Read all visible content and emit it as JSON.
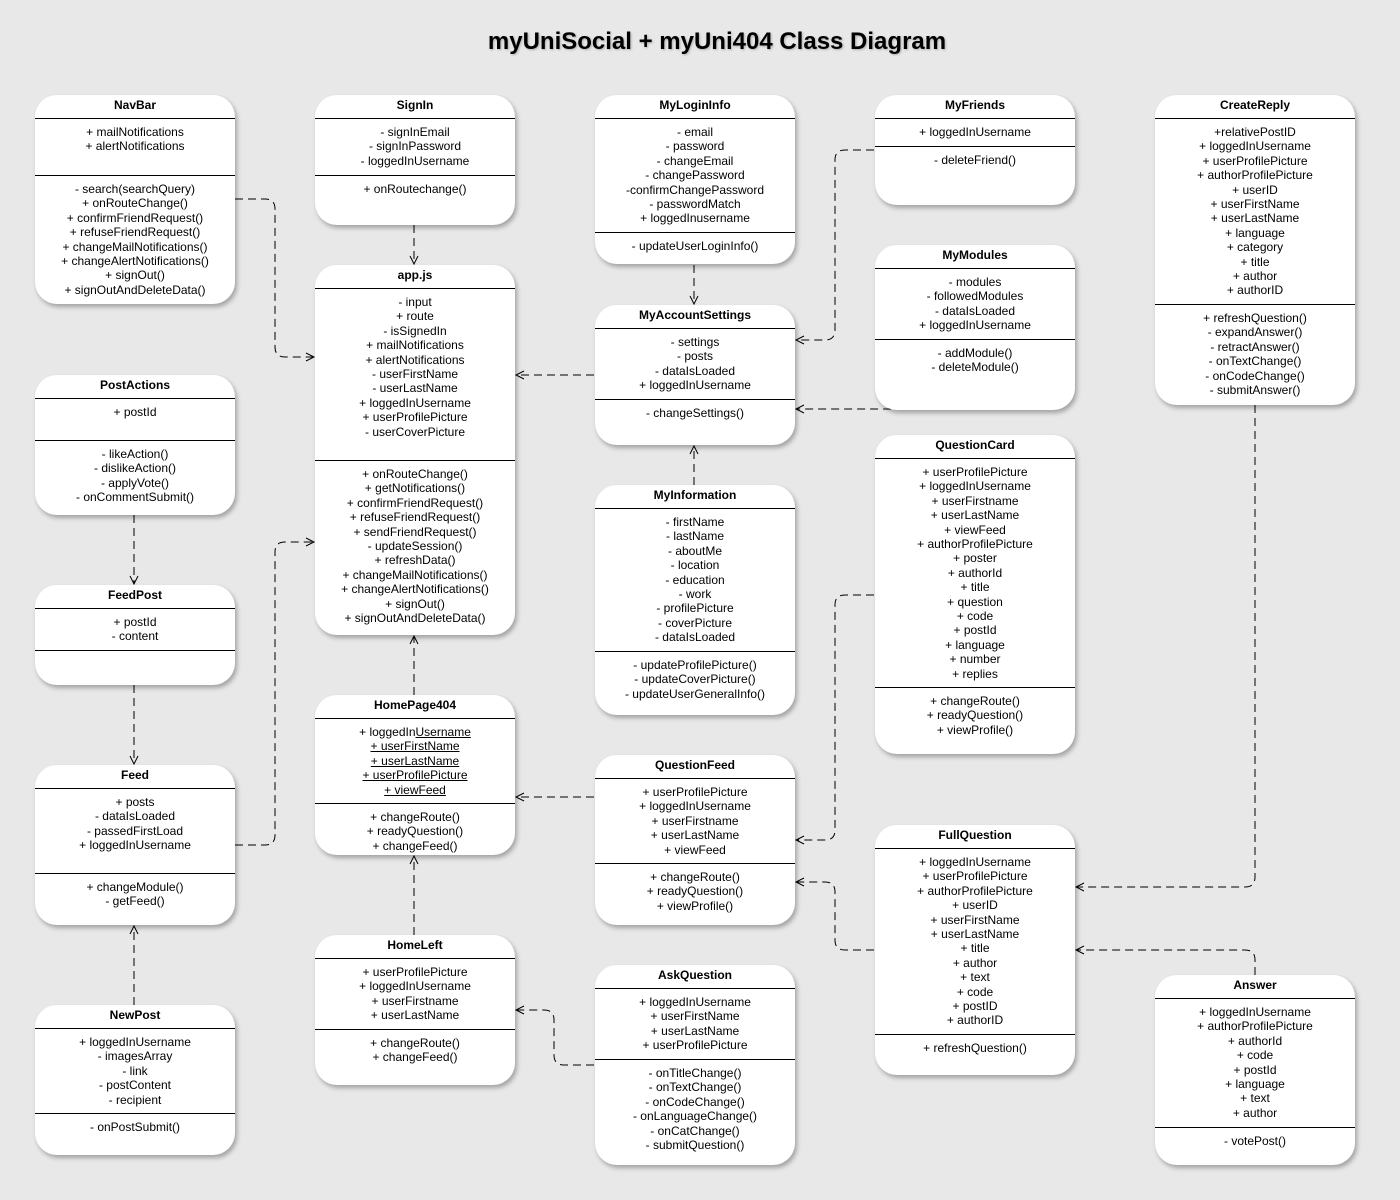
{
  "title": "myUniSocial + myUni404 Class Diagram",
  "classes": [
    {
      "id": "navbar",
      "name": "NavBar",
      "attrs": [
        "+ mailNotifications",
        "+ alertNotifications"
      ],
      "methods": [
        "- search(searchQuery)",
        "+ onRouteChange()",
        "+ confirmFriendRequest()",
        "+ refuseFriendRequest()",
        "+ changeMailNotifications()",
        "+ changeAlertNotifications()",
        "+ signOut()",
        "+ signOutAndDeleteData()"
      ]
    },
    {
      "id": "signin",
      "name": "SignIn",
      "attrs": [
        "- signInEmail",
        "- signInPassword",
        "- loggedInUsername"
      ],
      "methods": [
        "+ onRoutechange()"
      ]
    },
    {
      "id": "myloginfo",
      "name": "MyLoginInfo",
      "attrs": [
        "- email",
        "- password",
        "- changeEmail",
        "- changePassword",
        "-confirmChangePassword",
        "- passwordMatch",
        "+ loggedInusername"
      ],
      "methods": [
        "- updateUserLoginInfo()"
      ]
    },
    {
      "id": "myfriends",
      "name": "MyFriends",
      "attrs": [
        "+ loggedInUsername"
      ],
      "methods": [
        "- deleteFriend()"
      ]
    },
    {
      "id": "createreply",
      "name": "CreateReply",
      "attrs": [
        "+relativePostID",
        "+ loggedInUsername",
        "+ userProfilePicture",
        "+ authorProfilePicture",
        "+ userID",
        "+ userFirstName",
        "+ userLastName",
        "+ language",
        "+ category",
        "+ title",
        "+ author",
        "+ authorID"
      ],
      "methods": [
        "+ refreshQuestion()",
        "- expandAnswer()",
        "- retractAnswer()",
        "- onTextChange()",
        "- onCodeChange()",
        "- submitAnswer()"
      ]
    },
    {
      "id": "appjs",
      "name": "app.js",
      "attrs": [
        "- input",
        "+ route",
        "- isSignedIn",
        "+ mailNotifications",
        "+ alertNotifications",
        "- userFirstName",
        "- userLastName",
        "+ loggedInUsername",
        "+ userProfilePicture",
        "- userCoverPicture"
      ],
      "methods": [
        "+ onRouteChange()",
        "+ getNotifications()",
        "+ confirmFriendRequest()",
        "+ refuseFriendRequest()",
        "+ sendFriendRequest()",
        "- updateSession()",
        "+ refreshData()",
        "+ changeMailNotifications()",
        "+ changeAlertNotifications()",
        "+ signOut()",
        "+ signOutAndDeleteData()"
      ]
    },
    {
      "id": "mymodules",
      "name": "MyModules",
      "attrs": [
        "- modules",
        "- followedModules",
        "- dataIsLoaded",
        "+ loggedInUsername"
      ],
      "methods": [
        "- addModule()",
        "- deleteModule()"
      ]
    },
    {
      "id": "myaccountsettings",
      "name": "MyAccountSettings",
      "attrs": [
        "- settings",
        "- posts",
        "- dataIsLoaded",
        "+ loggedInUsername"
      ],
      "methods": [
        "- changeSettings()"
      ]
    },
    {
      "id": "postactions",
      "name": "PostActions",
      "attrs": [
        "+ postId"
      ],
      "methods": [
        "- likeAction()",
        "- dislikeAction()",
        "- applyVote()",
        "- onCommentSubmit()"
      ]
    },
    {
      "id": "questioncard",
      "name": "QuestionCard",
      "attrs": [
        "+ userProfilePicture",
        "+ loggedInUsername",
        "+ userFirstname",
        "+ userLastName",
        "+ viewFeed",
        "+ authorProfilePicture",
        "+ poster",
        "+ authorId",
        "+ title",
        "+ question",
        "+ code",
        "+ postId",
        "+ language",
        "+ number",
        "+ replies"
      ],
      "methods": [
        "+ changeRoute()",
        "+ readyQuestion()",
        "+ viewProfile()"
      ]
    },
    {
      "id": "myinformation",
      "name": "MyInformation",
      "attrs": [
        "- firstName",
        "- lastName",
        "- aboutMe",
        "- location",
        "- education",
        "- work",
        "- profilePicture",
        "- coverPicture",
        "- dataIsLoaded"
      ],
      "methods": [
        "- updateProfilePicture()",
        "- updateCoverPicture()",
        "- updateUserGeneralInfo()"
      ]
    },
    {
      "id": "feedpost",
      "name": "FeedPost",
      "attrs": [
        "+ postId",
        "- content"
      ],
      "methods": []
    },
    {
      "id": "homepage404",
      "name": "HomePage404",
      "attrs": [
        "+ loggedIn|Username",
        "|+ userFirstName",
        "|+ userLastName",
        "|+ userProfilePicture",
        "|+ viewFeed"
      ],
      "methods": [
        "+ changeRoute()",
        "+ readyQuestion()",
        "+ changeFeed()"
      ]
    },
    {
      "id": "questionfeed",
      "name": "QuestionFeed",
      "attrs": [
        "+ userProfilePicture",
        "+ loggedInUsername",
        "+ userFirstname",
        "+ userLastName",
        "+ viewFeed"
      ],
      "methods": [
        "+ changeRoute()",
        "+ readyQuestion()",
        "+ viewProfile()"
      ]
    },
    {
      "id": "feed",
      "name": "Feed",
      "attrs": [
        "+ posts",
        "- dataIsLoaded",
        "- passedFirstLoad",
        "+ loggedInUsername"
      ],
      "methods": [
        "+ changeModule()",
        "- getFeed()"
      ]
    },
    {
      "id": "fullquestion",
      "name": "FullQuestion",
      "attrs": [
        "+ loggedInUsername",
        "+ userProfilePicture",
        "+ authorProfilePicture",
        "+ userID",
        "+ userFirstName",
        "+ userLastName",
        "+ title",
        "+ author",
        "+ text",
        "+ code",
        "+ postID",
        "+ authorID"
      ],
      "methods": [
        "+ refreshQuestion()"
      ]
    },
    {
      "id": "homeleft",
      "name": "HomeLeft",
      "attrs": [
        "+ userProfilePicture",
        "+ loggedInUsername",
        "+ userFirstname",
        "+ userLastName"
      ],
      "methods": [
        "+ changeRoute()",
        "+ changeFeed()"
      ]
    },
    {
      "id": "askquestion",
      "name": "AskQuestion",
      "attrs": [
        "+ loggedInUsername",
        "+ userFirstName",
        "+ userLastName",
        "+ userProfilePicture"
      ],
      "methods": [
        "- onTitleChange()",
        "- onTextChange()",
        "- onCodeChange()",
        "- onLanguageChange()",
        "- onCatChange()",
        "- submitQuestion()"
      ]
    },
    {
      "id": "newpost",
      "name": "NewPost",
      "attrs": [
        "+ loggedInUsername",
        "- imagesArray",
        "- link",
        "- postContent",
        "- recipient"
      ],
      "methods": [
        "- onPostSubmit()"
      ]
    },
    {
      "id": "answer",
      "name": "Answer",
      "attrs": [
        "+ loggedInUsername",
        "+ authorProfilePicture",
        "+ authorId",
        "+ code",
        "+ postId",
        "+ language",
        "+ text",
        "+ author"
      ],
      "methods": [
        "- votePost()"
      ]
    }
  ]
}
